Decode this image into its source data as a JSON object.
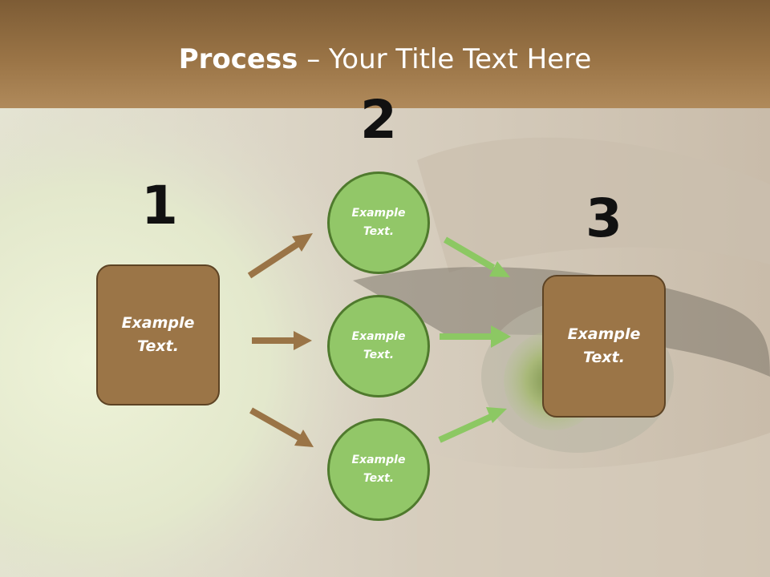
{
  "slide": {
    "title_strong": "Process",
    "title_rest": " – Your Title Text Here"
  },
  "steps": [
    {
      "number": "1",
      "label": "Example\nText."
    },
    {
      "number": "2",
      "label": ""
    },
    {
      "number": "3",
      "label": "Example\nText."
    }
  ],
  "circles": [
    {
      "label": "Example\nText."
    },
    {
      "label": "Example\nText."
    },
    {
      "label": "Example\nText."
    }
  ],
  "colors": {
    "brown": "#9b7547",
    "green": "#92c768",
    "arrow_brown": "#9a7446",
    "arrow_green": "#8cc863"
  }
}
